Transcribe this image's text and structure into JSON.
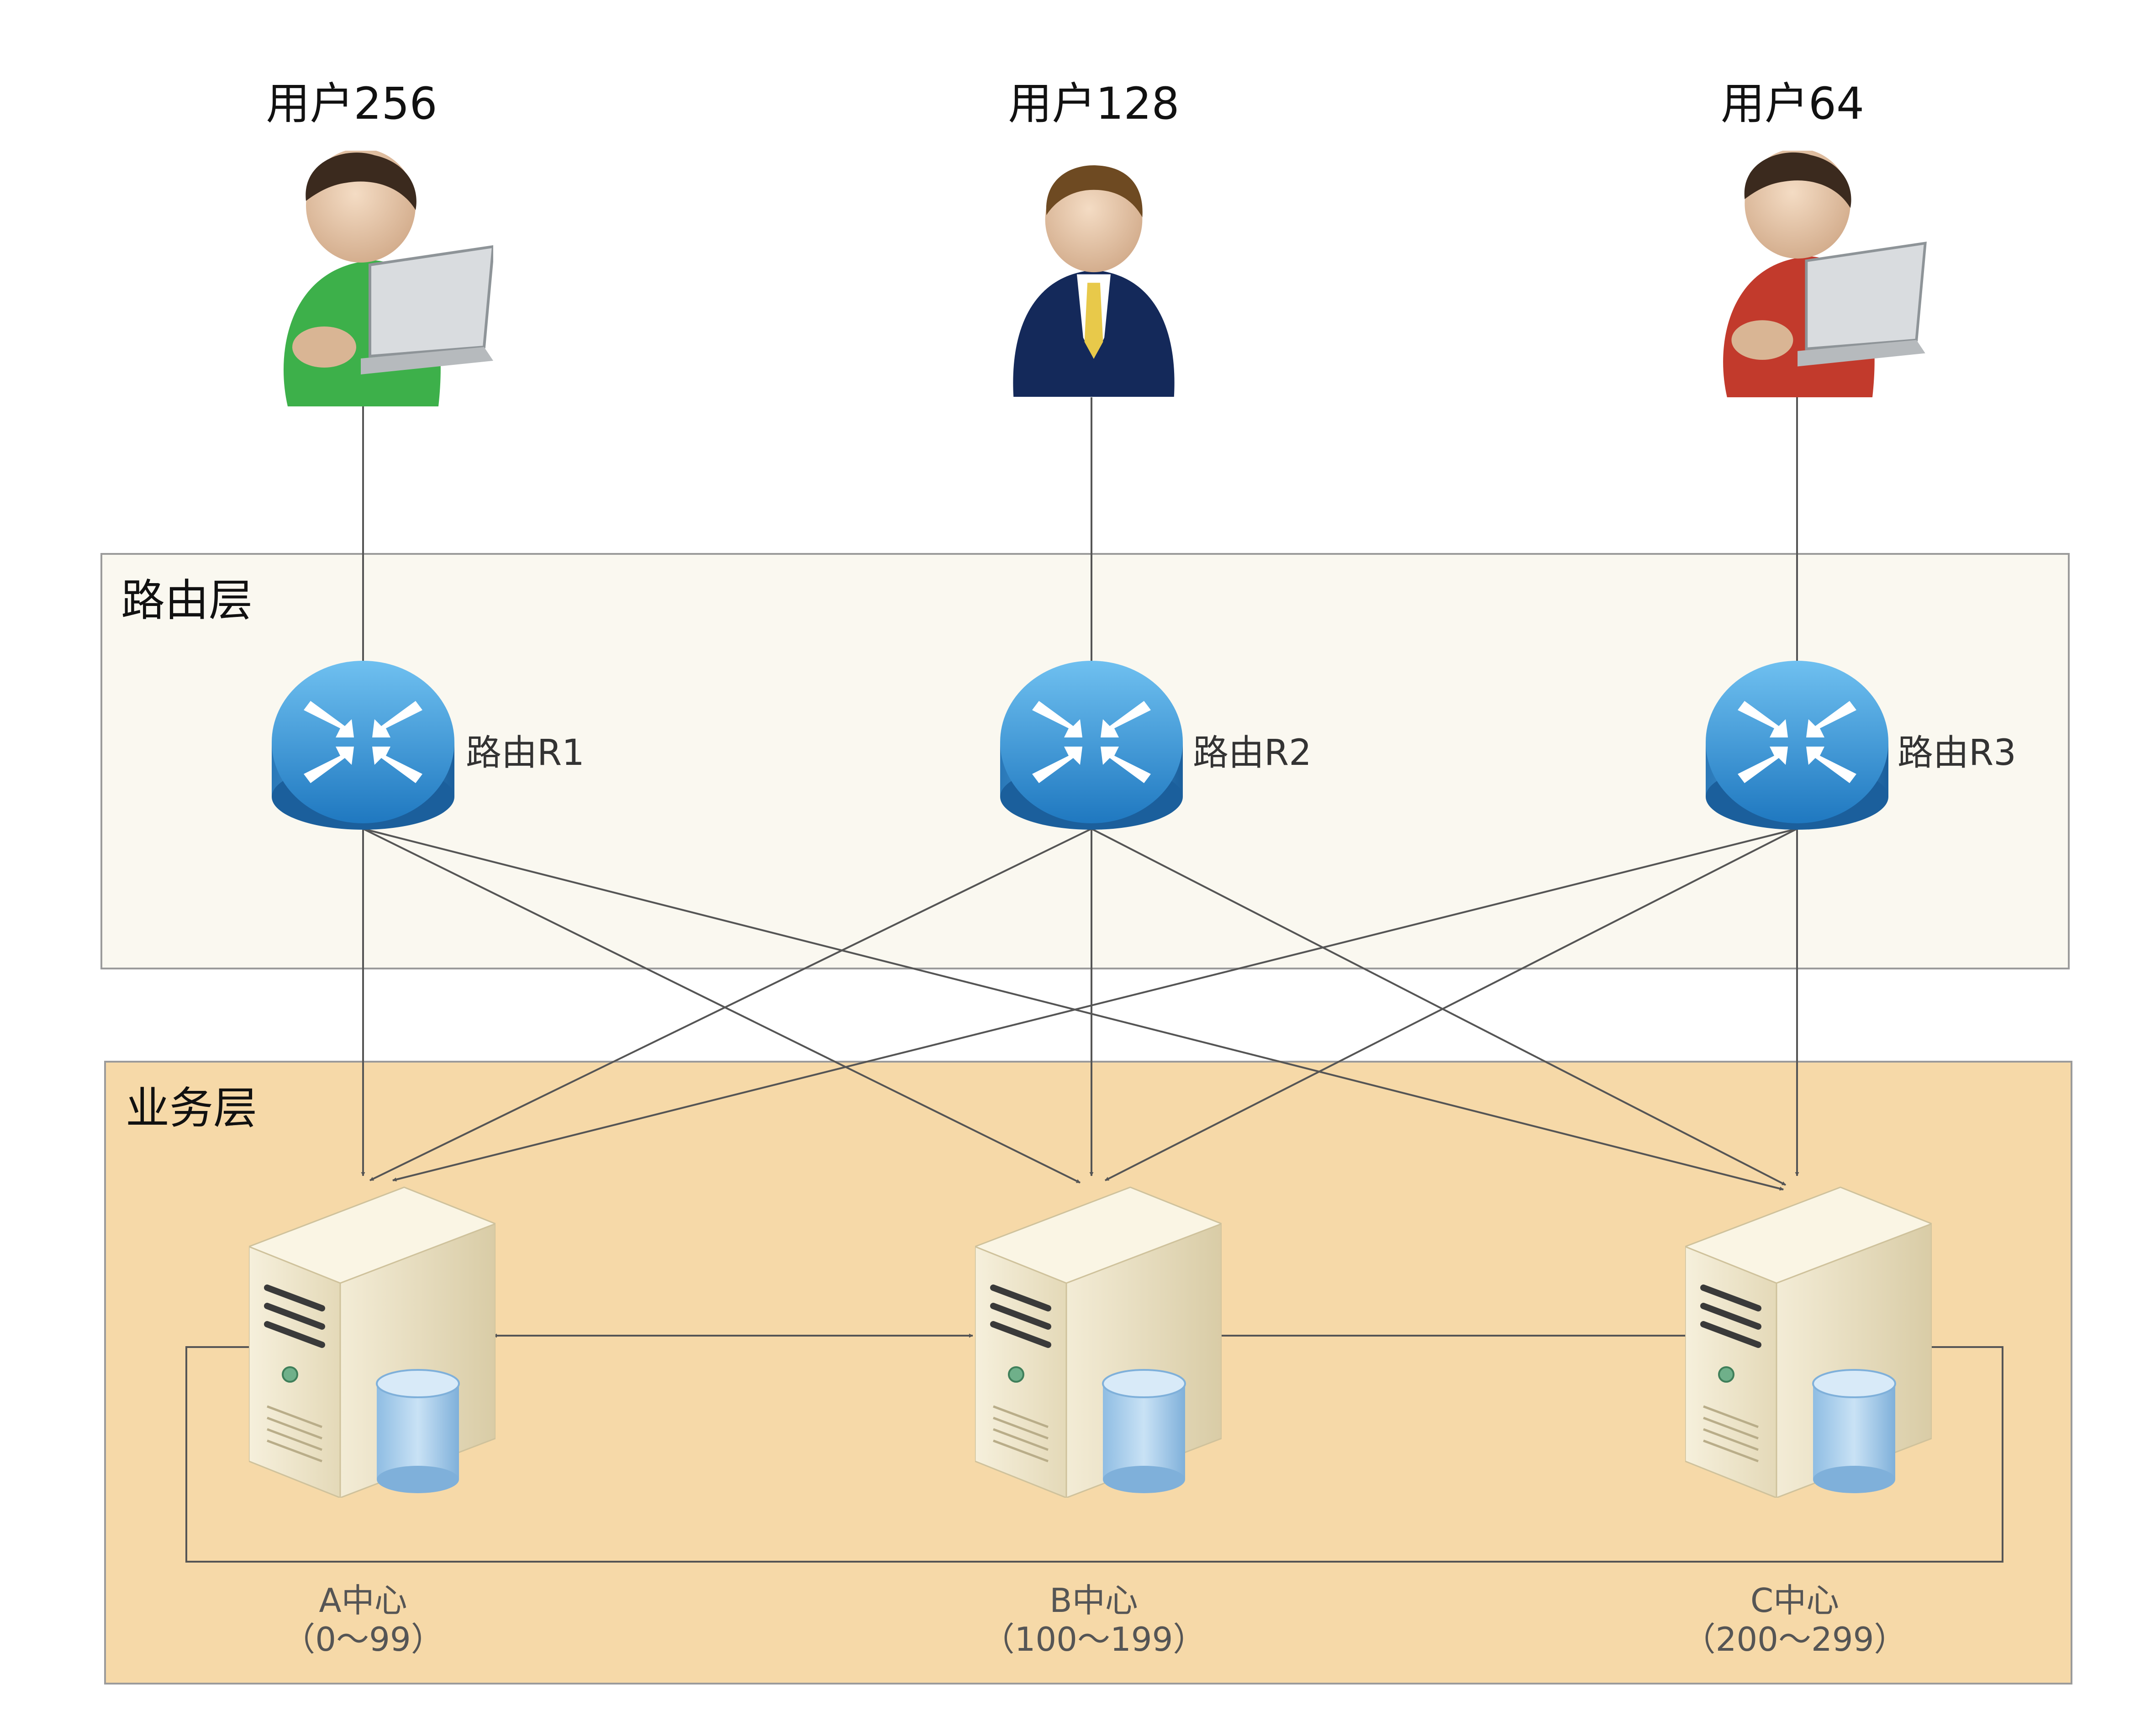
{
  "users": [
    {
      "label": "用户256",
      "icon": "user-green-laptop-icon"
    },
    {
      "label": "用户128",
      "icon": "user-business-suit-icon"
    },
    {
      "label": "用户64",
      "icon": "user-red-laptop-icon"
    }
  ],
  "routing_layer": {
    "title": "路由层",
    "routers": [
      {
        "label": "路由R1",
        "icon": "router-icon"
      },
      {
        "label": "路由R2",
        "icon": "router-icon"
      },
      {
        "label": "路由R3",
        "icon": "router-icon"
      }
    ]
  },
  "business_layer": {
    "title": "业务层",
    "centers": [
      {
        "name": "A中心",
        "range": "（0～99）",
        "icon": "server-database-icon"
      },
      {
        "name": "B中心",
        "range": "（100～199）",
        "icon": "server-database-icon"
      },
      {
        "name": "C中心",
        "range": "（200～299）",
        "icon": "server-database-icon"
      }
    ]
  },
  "colors": {
    "routing_layer_fill": "#faf8f0",
    "business_layer_fill": "#f6d9a8",
    "connector": "#555555",
    "router_blue": "#2f86c8",
    "server_body": "#efe7cf",
    "database_blue": "#a9cdea"
  }
}
